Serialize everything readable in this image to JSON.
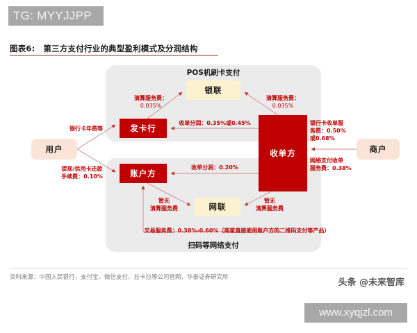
{
  "watermarks": {
    "telegram": "TG: MYYJJPP",
    "toutiao": "头条 @未来智库",
    "url": "www.xyqjzl.com"
  },
  "figure": {
    "number": "图表6:",
    "title": "第三方支付行业的典型盈利模式及分润结构",
    "source": "资料来源：中国人民银行，支付宝、微信支付、拉卡拉等公司官网，华泰证券研究所"
  },
  "colors": {
    "accent_red": "#c00000",
    "panel_grey": "#ebebeb",
    "cream": "#fdf2cf",
    "peach": "#fae4d8",
    "watermark_grey": "#a8a8a8"
  },
  "diagram": {
    "groups": [
      {
        "id": "pos",
        "caption": "POS机刷卡支付"
      },
      {
        "id": "qr",
        "caption": "扫码等网络支付"
      }
    ],
    "nodes": [
      {
        "id": "unionpay",
        "label": "银联",
        "style": "cream"
      },
      {
        "id": "issuer",
        "label": "发卡行",
        "style": "red"
      },
      {
        "id": "acquirer",
        "label": "收单方",
        "style": "red"
      },
      {
        "id": "account",
        "label": "账户方",
        "style": "red"
      },
      {
        "id": "nuccc",
        "label": "网联",
        "style": "cream"
      },
      {
        "id": "user",
        "label": "用户",
        "style": "peach"
      },
      {
        "id": "merchant",
        "label": "商户",
        "style": "peach"
      }
    ],
    "edge_labels": {
      "clearing_left_line1": "清算服务费：",
      "clearing_left_line2": "0.035%",
      "clearing_right_line1": "清算服务费：",
      "clearing_right_line2": "0.035%",
      "acquiring_share_pos": "收单分润：0.35%或0.45%",
      "acquiring_share_net": "收单分润：0.20%",
      "no_clearing_left_line1": "暂无",
      "no_clearing_left_line2": "清算服务费",
      "no_clearing_right_line1": "暂无",
      "no_clearing_right_line2": "清算服务费",
      "transaction_fee": "交易服务费：0.38%-0.60%（商家直接使用账户方的二维码支付等产品）",
      "annual_fee": "银行卡年费等",
      "cashout_line1": "提现/信用卡还款",
      "cashout_line2": "手续费：0.10%",
      "bankcard_acq_line1": "银行卡收单服",
      "bankcard_acq_line2": "务费：0.50%",
      "bankcard_acq_line3": "或0.68%",
      "netpay_acq_line1": "网络支付收单",
      "netpay_acq_line2": "服务费：0.38%"
    }
  }
}
